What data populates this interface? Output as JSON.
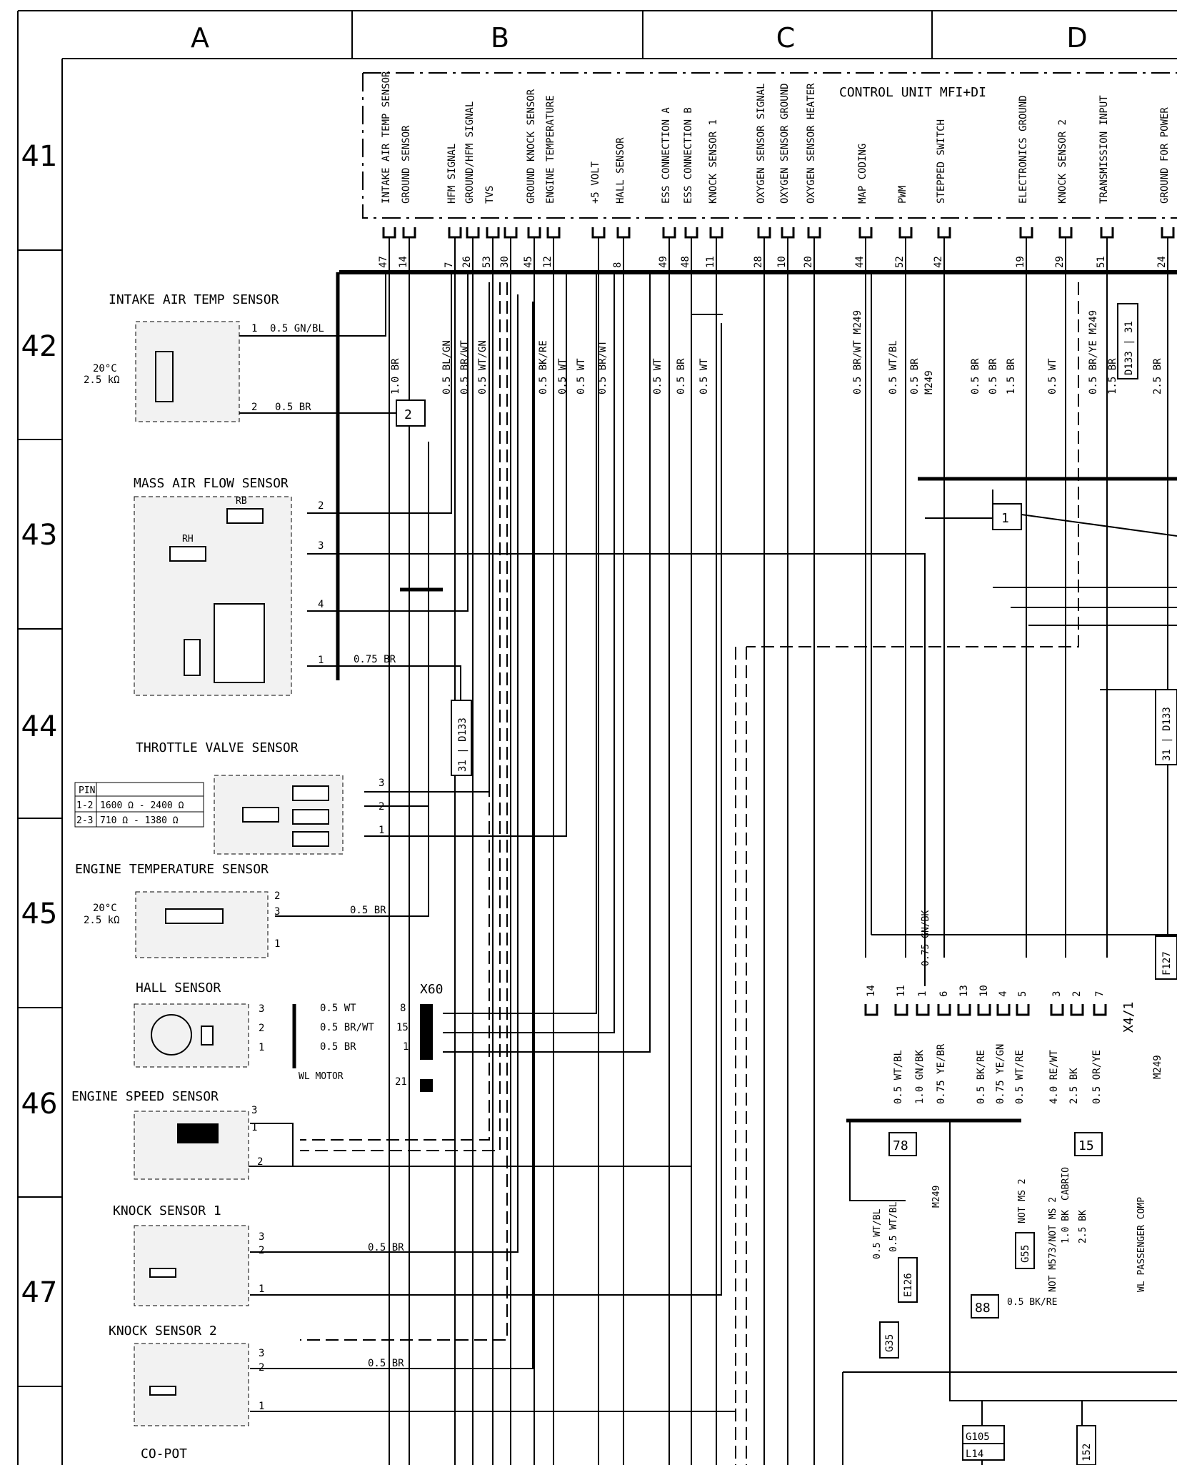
{
  "columns": [
    "A",
    "B",
    "C",
    "D"
  ],
  "rows": [
    "41",
    "42",
    "43",
    "44",
    "45",
    "46",
    "47"
  ],
  "control_unit": {
    "title": "CONTROL UNIT MFI+DI",
    "pins": [
      {
        "label": "INTAKE AIR TEMP SENSOR",
        "num": "47"
      },
      {
        "label": "GROUND SENSOR",
        "num": "14"
      },
      {
        "label": "HFM SIGNAL",
        "num": "7"
      },
      {
        "label": "GROUND/HFM SIGNAL",
        "num": "26"
      },
      {
        "label": "TVS",
        "num": "53"
      },
      {
        "label": "",
        "num": "30"
      },
      {
        "label": "GROUND KNOCK SENSOR",
        "num": "45"
      },
      {
        "label": "ENGINE TEMPERATURE",
        "num": "12"
      },
      {
        "label": "+5 VOLT",
        "num": ""
      },
      {
        "label": "HALL SENSOR",
        "num": "8"
      },
      {
        "label": "ESS CONNECTION A",
        "num": "49"
      },
      {
        "label": "ESS CONNECTION B",
        "num": "48"
      },
      {
        "label": "KNOCK SENSOR 1",
        "num": "11"
      },
      {
        "label": "OXYGEN SENSOR SIGNAL",
        "num": "28"
      },
      {
        "label": "OXYGEN SENSOR GROUND",
        "num": "10"
      },
      {
        "label": "OXYGEN SENSOR HEATER",
        "num": "20"
      },
      {
        "label": "MAP CODING",
        "num": "44"
      },
      {
        "label": "PWM",
        "num": "52"
      },
      {
        "label": "STEPPED SWITCH",
        "num": "42"
      },
      {
        "label": "ELECTRONICS GROUND",
        "num": "19"
      },
      {
        "label": "KNOCK SENSOR 2",
        "num": "29"
      },
      {
        "label": "TRANSMISSION INPUT",
        "num": "51"
      },
      {
        "label": "GROUND FOR POWER",
        "num": "24"
      }
    ]
  },
  "bus_wires": [
    "1.0 BR",
    "0.5 BL/GN",
    "0.5 BR/WT",
    "0.5 WT/GN",
    "0.5 BK/RE",
    "0.5 WT",
    "0.5 WT",
    "0.5 BR/WT",
    "0.5 WT",
    "0.5 BR",
    "0.5 WT",
    "0.5 BR/WT  M249",
    "0.5 WT/BL",
    "0.5 BR",
    "M249",
    "0.5 BR",
    "0.5 BR",
    "1.5 BR",
    "0.5 WT",
    "0.5 BR/YE  M249",
    "1.5 BR",
    "2.5 BR"
  ],
  "sensors": {
    "intake": {
      "title": "INTAKE AIR TEMP SENSOR",
      "spec1": "20°C",
      "spec2": "2.5 kΩ",
      "w1": "0.5 GN/BL",
      "w2": "0.5 BR",
      "p1": "1",
      "p2": "2"
    },
    "maf": {
      "title": "MASS AIR FLOW SENSOR",
      "w4": "0.75 BR",
      "r1": "RB",
      "r2": "RH",
      "p2": "2",
      "p3": "3",
      "p4": "4",
      "p1": "1"
    },
    "throttle": {
      "title": "THROTTLE VALVE SENSOR",
      "pin_hdr": "PIN",
      "r12": "1-2",
      "v12": "1600 Ω - 2400 Ω",
      "r23": "2-3",
      "v23": "710 Ω - 1380 Ω",
      "p3": "3",
      "p2": "2",
      "p1": "1"
    },
    "engine_temp": {
      "title": "ENGINE TEMPERATURE SENSOR",
      "spec1": "20°C",
      "spec2": "2.5 kΩ",
      "wire": "0.5 BR",
      "p2": "2",
      "p3": "3",
      "p1": "1"
    },
    "hall": {
      "title": "HALL SENSOR",
      "w3": "0.5 WT",
      "w2": "0.5 BR/WT",
      "w1": "0.5 BR",
      "c8": "8",
      "c15": "15",
      "c1": "1",
      "c21": "21",
      "connector": "X60",
      "motor": "WL MOTOR",
      "p3": "3",
      "p2": "2",
      "p1": "1"
    },
    "speed": {
      "title": "ENGINE SPEED SENSOR",
      "p3": "3",
      "p1": "1",
      "p2": "2"
    },
    "knock1": {
      "title": "KNOCK SENSOR 1",
      "wire": "0.5 BR",
      "p3": "3",
      "p2": "2",
      "p1": "1"
    },
    "knock2": {
      "title": "KNOCK SENSOR 2",
      "wire": "0.5 BR",
      "p3": "3",
      "p2": "2",
      "p1": "1"
    },
    "copot": {
      "title": "CO-POT"
    }
  },
  "labels": {
    "node2": "2",
    "node1": "1",
    "d133a": "31 | D133",
    "d133b": "D133 | 31",
    "d133c": "31 | D133",
    "f127": "F127",
    "x41": "X4/1",
    "m249": "M249",
    "n78": "78",
    "n15": "15",
    "n88": "88",
    "e126": "E126",
    "g35": "G35",
    "g55": "G55",
    "g105": "G105",
    "l14": "L14",
    "n152": "152",
    "gn_bk": "0.75 GN/BK",
    "wt_bl_a": "0.5 WT/BL",
    "wt_bl_b": "0.5 WT/BL",
    "m249b": "M249",
    "bk_re": "0.5 BK/RE",
    "not_ms2": "NOT MS 2",
    "not_m573": "NOT M573/NOT MS 2",
    "cabrio": "CABRIO",
    "bk10": "1.0 BK",
    "bk25": "2.5 BK",
    "passenger": "WL PASSENGER COMP",
    "x41_pins": [
      "14",
      "11",
      "1",
      "6",
      "13",
      "10",
      "4",
      "5",
      "3",
      "2",
      "7"
    ],
    "x41_wires": [
      "0.5 WT/BL",
      "1.0 GN/BK",
      "0.75 YE/BR",
      "0.5 BK/RE",
      "0.75 YE/GN",
      "0.5 WT/RE",
      "4.0 RE/WT",
      "2.5 BK",
      "0.5 OR/YE"
    ]
  }
}
